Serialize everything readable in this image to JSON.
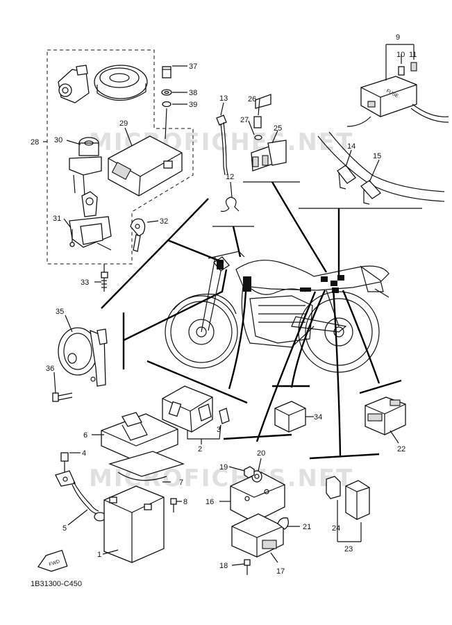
{
  "watermark": "MICROFICHES.NET",
  "diagram_code": "1B31300-C450",
  "fwd_label": "FWD",
  "fuse_label": "FUSE",
  "callouts": [
    "1",
    "2",
    "3",
    "4",
    "5",
    "6",
    "7",
    "8",
    "9",
    "10",
    "11",
    "12",
    "13",
    "14",
    "15",
    "16",
    "17",
    "18",
    "19",
    "20",
    "21",
    "22",
    "23",
    "24",
    "25",
    "26",
    "27",
    "28",
    "29",
    "30",
    "31",
    "32",
    "33",
    "34",
    "35",
    "36",
    "37",
    "38",
    "39"
  ]
}
